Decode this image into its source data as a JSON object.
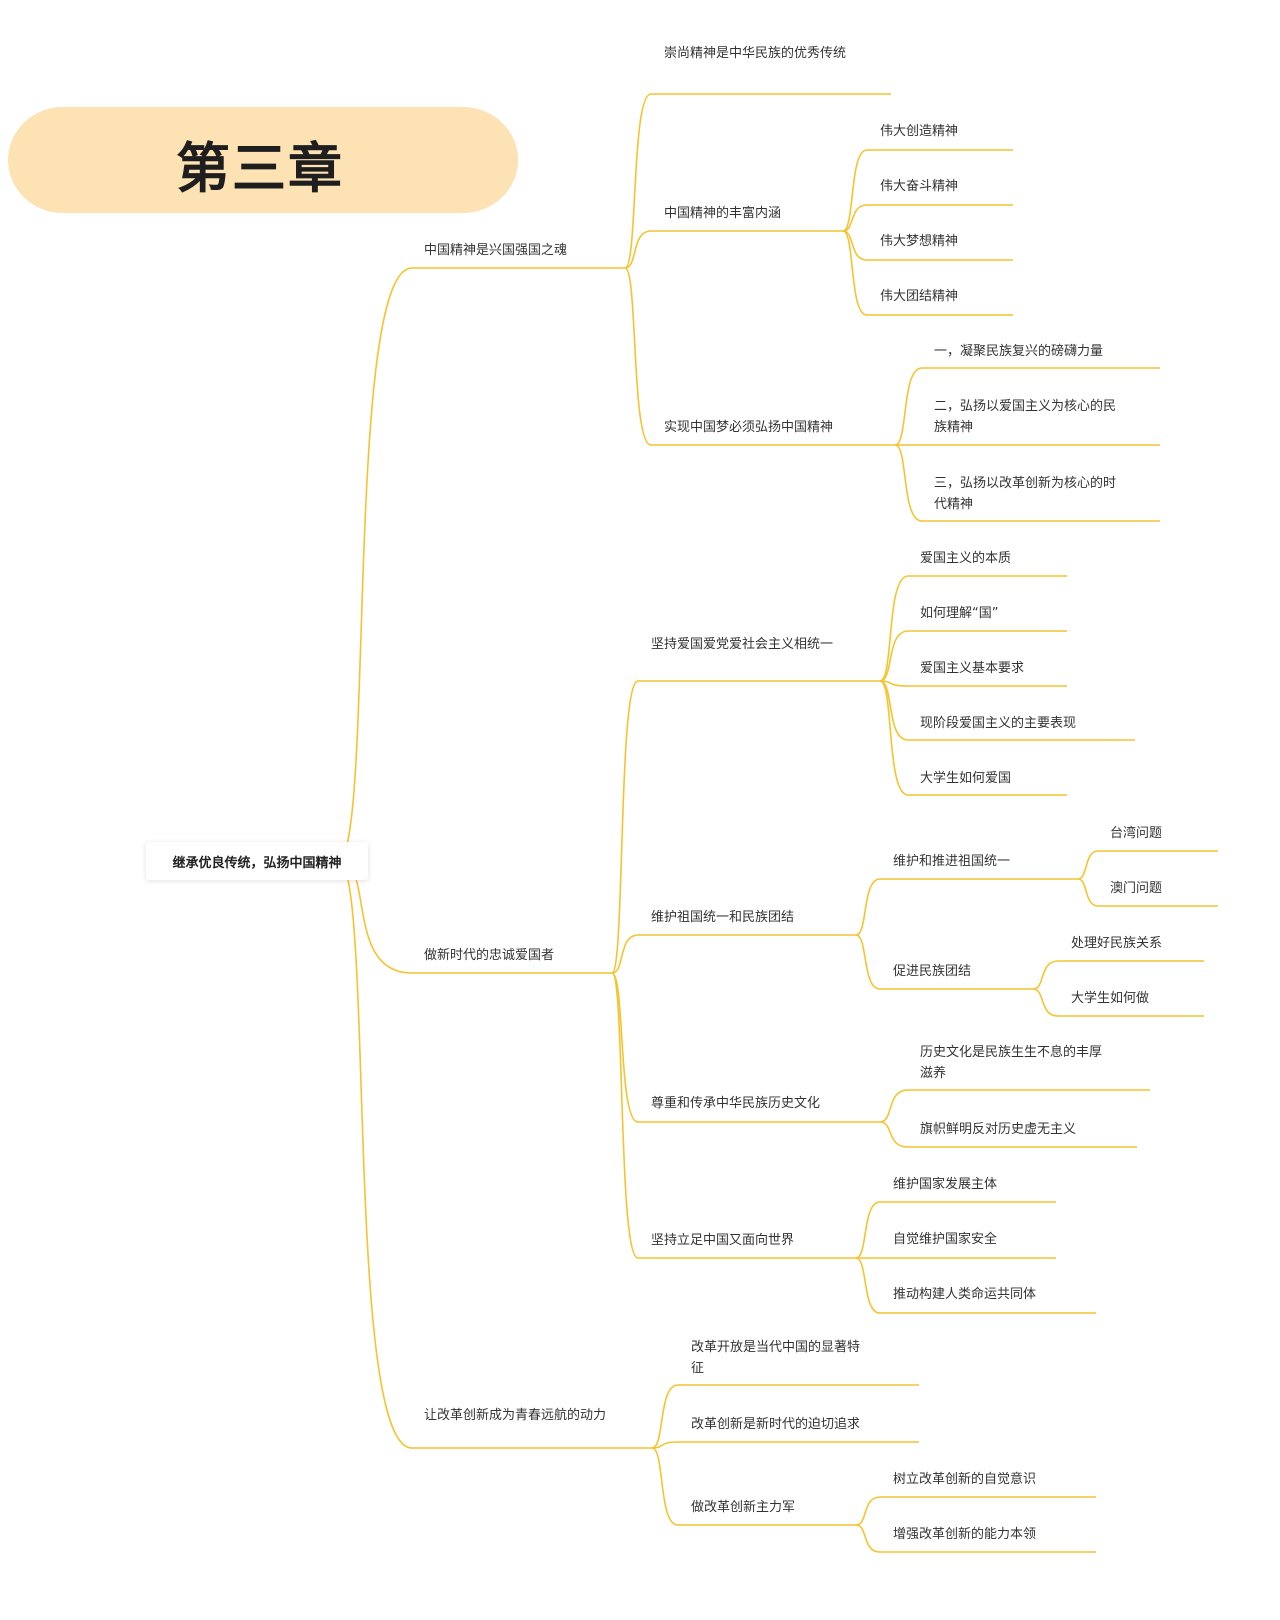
{
  "chapter": {
    "title": "第三章",
    "bubble_color": "#fde3b4"
  },
  "colors": {
    "line": "#f4c430",
    "text": "#333333"
  },
  "mindmap": {
    "root": "继承优良传统，弘扬中国精神",
    "branches": [
      {
        "label": "中国精神是兴国强国之魂",
        "children": [
          {
            "label": "崇尚精神是中华民族的优秀传统"
          },
          {
            "label": "中国精神的丰富内涵",
            "children": [
              "伟大创造精神",
              "伟大奋斗精神",
              "伟大梦想精神",
              "伟大团结精神"
            ]
          },
          {
            "label": "实现中国梦必须弘扬中国精神",
            "children": [
              "一，凝聚民族复兴的磅礴力量",
              "二，弘扬以爱国主义为核心的民族精神",
              "三，弘扬以改革创新为核心的时代精神"
            ]
          }
        ]
      },
      {
        "label": "做新时代的忠诚爱国者",
        "children": [
          {
            "label": "坚持爱国爱党爱社会主义相统一",
            "children": [
              "爱国主义的本质",
              "如何理解“国”",
              "爱国主义基本要求",
              "现阶段爱国主义的主要表现",
              "大学生如何爱国"
            ]
          },
          {
            "label": "维护祖国统一和民族团结",
            "children": [
              {
                "label": "维护和推进祖国统一",
                "children": [
                  "台湾问题",
                  "澳门问题"
                ]
              },
              {
                "label": "促进民族团结",
                "children": [
                  "处理好民族关系",
                  "大学生如何做"
                ]
              }
            ]
          },
          {
            "label": "尊重和传承中华民族历史文化",
            "children": [
              "历史文化是民族生生不息的丰厚滋养",
              "旗帜鲜明反对历史虚无主义"
            ]
          },
          {
            "label": "坚持立足中国又面向世界",
            "children": [
              "维护国家发展主体",
              "自觉维护国家安全",
              "推动构建人类命运共同体"
            ]
          }
        ]
      },
      {
        "label": "让改革创新成为青春远航的动力",
        "children": [
          {
            "label": "改革开放是当代中国的显著特征"
          },
          {
            "label": "改革创新是新时代的迫切追求"
          },
          {
            "label": "做改革创新主力军",
            "children": [
              "树立改革创新的自觉意识",
              "增强改革创新的能力本领"
            ]
          }
        ]
      }
    ]
  }
}
